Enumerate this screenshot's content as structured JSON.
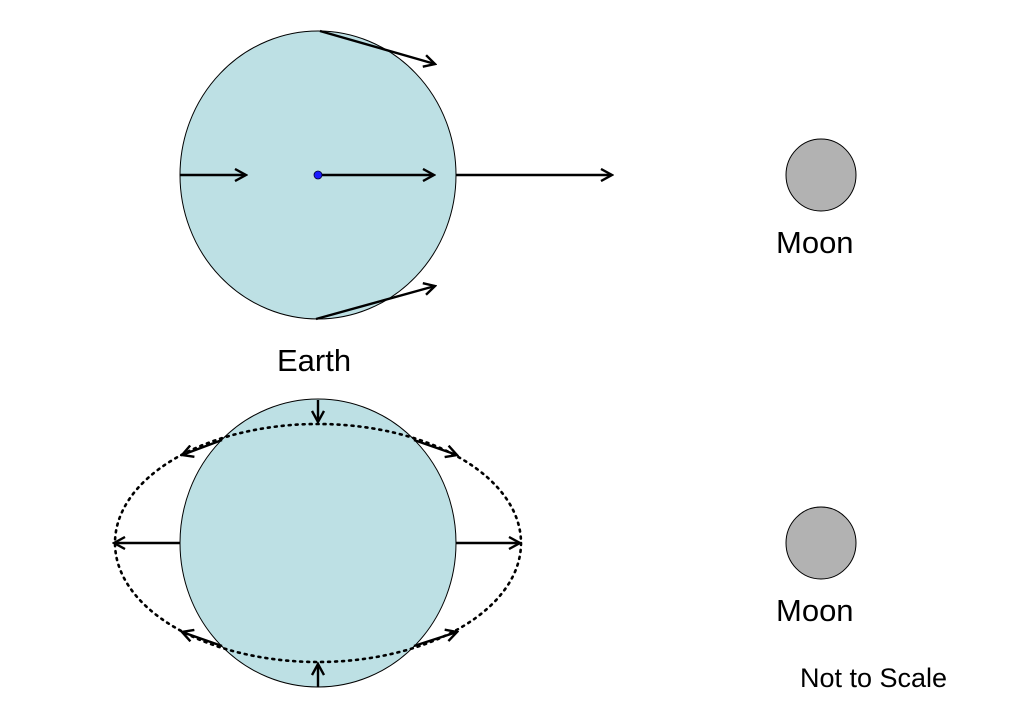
{
  "labels": {
    "earth": "Earth",
    "moon_top": "Moon",
    "moon_bottom": "Moon",
    "scale_note": "Not to Scale"
  },
  "colors": {
    "earth_fill": "#bde0e4",
    "moon_fill": "#b2b2b2",
    "outline": "#000000",
    "center_dot": "#1a1aff"
  },
  "icons": {
    "arrow": "arrow-icon",
    "center": "center-dot-icon"
  }
}
